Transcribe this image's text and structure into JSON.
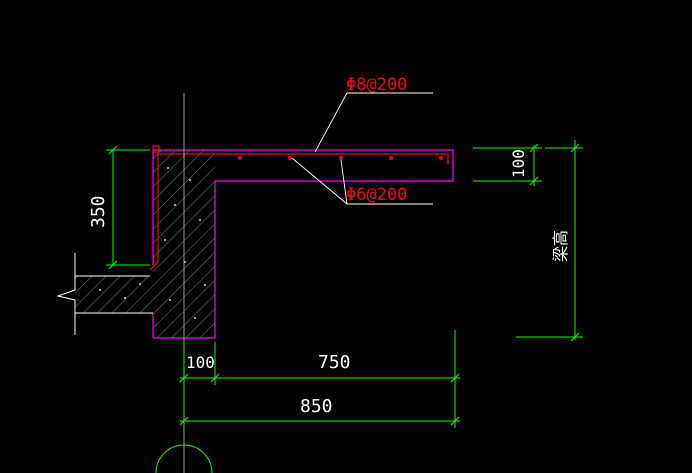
{
  "drawing": {
    "background_color": "#000000",
    "colors": {
      "outline": "#ff00ff",
      "rebar": "#ff0000",
      "dimension": "#00ff00",
      "leader": "#ffffff",
      "concrete_hatch": "#ffffff",
      "text": "#ffffff",
      "rebar_text": "#ff0000"
    },
    "rebar_labels": {
      "top": "Φ8@200",
      "bottom": "Φ6@200"
    },
    "dimensions": {
      "wall_thickness": "100",
      "overhang": "750",
      "total_width": "850",
      "height_drop": "350",
      "slab_thickness": "100",
      "beam_height": "梁高"
    }
  }
}
